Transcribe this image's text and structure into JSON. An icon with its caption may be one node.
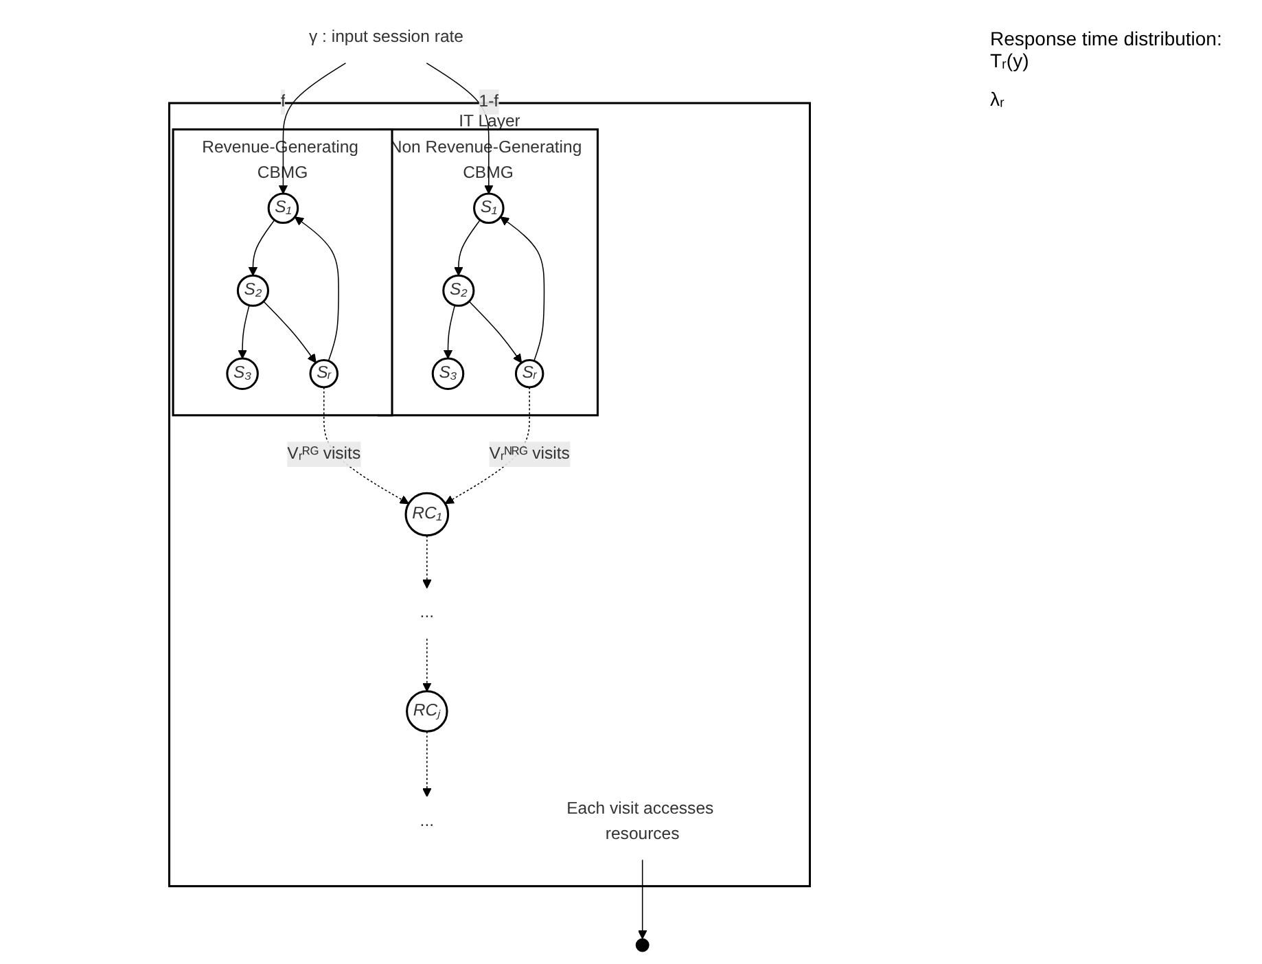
{
  "diagram": {
    "nodes": [
      {
        "text": [
          "γ : input session rate"
        ]
      },
      {
        "text": [
          "IT Layer"
        ]
      },
      {
        "text": [
          "Revenue-Generating CBMG"
        ],
        "in": 1
      },
      {
        "text": [
          "S₁"
        ],
        "in": 2
      },
      {
        "text": [
          "S₂"
        ],
        "in": 2
      },
      {
        "text": [
          "S₃"
        ],
        "in": 2
      },
      {
        "text": [
          "Sᵣ"
        ],
        "in": 2
      },
      {
        "text": [
          "Non Revenue-Generating CBMG"
        ],
        "in": 1
      },
      {
        "text": [
          "S₁"
        ],
        "in": 7
      },
      {
        "text": [
          "S₂"
        ],
        "in": 7
      },
      {
        "text": [
          "S₃"
        ],
        "in": 7
      },
      {
        "text": [
          "Sᵣ"
        ],
        "in": 7
      },
      {
        "text": [
          "RC₁"
        ],
        "in": 1
      },
      {
        "text": [
          "..."
        ],
        "in": 1
      },
      {
        "text": [
          "RCⱼ"
        ],
        "in": 1
      },
      {
        "text": [
          "..."
        ],
        "in": 1
      },
      {
        "text": [
          "Each visit accesses resources"
        ],
        "in": 1
      }
    ],
    "edges": [
      {
        "from": 0,
        "to": 3,
        "arrow": "to",
        "label": "f"
      },
      {
        "from": 0,
        "to": 8,
        "arrow": "to",
        "label": "1-f"
      },
      {
        "from": 3,
        "to": 4,
        "arrow": "to"
      },
      {
        "from": 4,
        "to": 5,
        "arrow": "to"
      },
      {
        "from": 4,
        "to": 6,
        "arrow": "to"
      },
      {
        "from": 6,
        "to": 3,
        "arrow": "to"
      },
      {
        "from": 8,
        "to": 9,
        "arrow": "to"
      },
      {
        "from": 9,
        "to": 10,
        "arrow": "to"
      },
      {
        "from": 9,
        "to": 11,
        "arrow": "to"
      },
      {
        "from": 11,
        "to": 8,
        "arrow": "to"
      },
      {
        "from": 6,
        "to": 12,
        "arrow": "to",
        "style": "dashed",
        "label": "Vᵣᴿᴳ visits"
      },
      {
        "from": 11,
        "to": 12,
        "arrow": "to",
        "style": "dashed",
        "label": "Vᵣᴺᴿᴳ visits"
      },
      {
        "from": 12,
        "to": 13,
        "arrow": "to",
        "style": "dashed"
      },
      {
        "from": 13,
        "to": 14,
        "arrow": "to",
        "style": "dashed"
      },
      {
        "from": 14,
        "to": 15,
        "arrow": "to",
        "style": "dashed"
      },
      {
        "from": 16,
        "to": null,
        "arrow": "to"
      }
    ],
    "labels": [
      "Response time distribution: Tᵣ(y)",
      "λᵣ"
    ]
  }
}
